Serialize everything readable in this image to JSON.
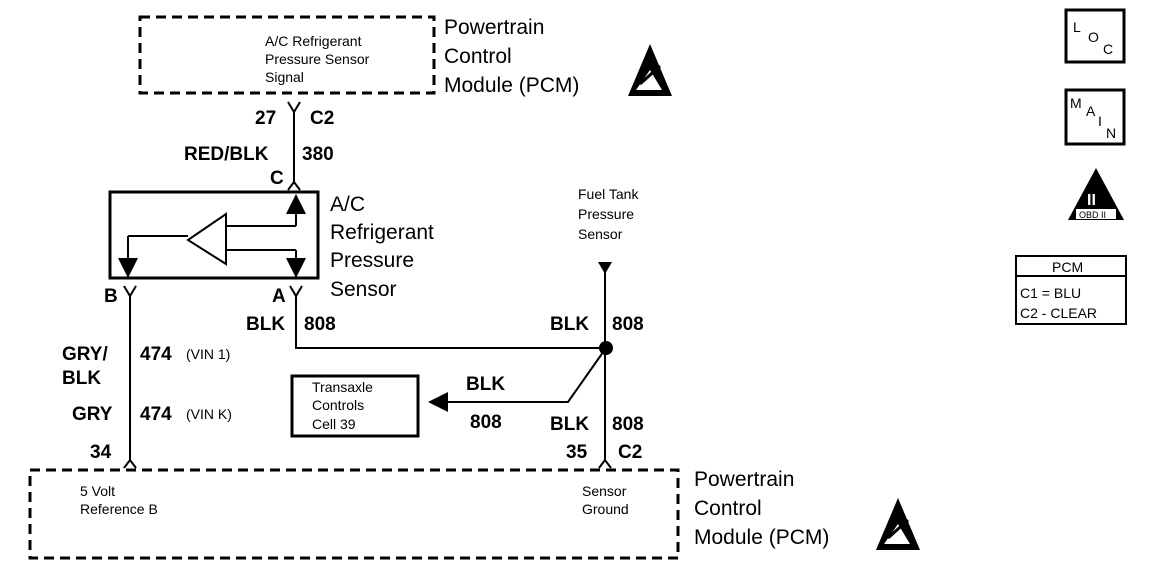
{
  "pcm_top": {
    "title_lines": [
      "Powertrain",
      "Control",
      "Module (PCM)"
    ],
    "signal_lines": [
      "A/C Refrigerant",
      "Pressure Sensor",
      "Signal"
    ],
    "pin": "27",
    "connector": "C2"
  },
  "wire_signal": {
    "color": "RED/BLK",
    "circuit": "380"
  },
  "sensor": {
    "pin_top": "C",
    "name_lines": [
      "A/C",
      "Refrigerant",
      "Pressure",
      "Sensor"
    ],
    "pin_b": "B",
    "pin_a": "A"
  },
  "wire_ground_a": {
    "color": "BLK",
    "circuit": "808"
  },
  "fuel_tank_sensor": {
    "lines": [
      "Fuel Tank",
      "Pressure",
      "Sensor"
    ]
  },
  "wire_ground_right": {
    "color": "BLK",
    "circuit": "808"
  },
  "wire_ref": {
    "color1_lines": [
      "GRY/",
      "BLK"
    ],
    "circuit1": "474",
    "vin1": "(VIN 1)",
    "color2": "GRY",
    "circuit2": "474",
    "vin2": "(VIN K)"
  },
  "transaxle": {
    "lines": [
      "Transaxle",
      "Controls",
      "Cell 39"
    ],
    "wire_color": "BLK",
    "wire_circuit": "808"
  },
  "wire_ground_pcm": {
    "color": "BLK",
    "circuit": "808"
  },
  "pcm_bottom": {
    "pin_left": "34",
    "pin_right": "35",
    "connector": "C2",
    "ref_lines": [
      "5 Volt",
      "Reference B"
    ],
    "gnd_lines": [
      "Sensor",
      "Ground"
    ],
    "title_lines": [
      "Powertrain",
      "Control",
      "Module (PCM)"
    ]
  },
  "legend": {
    "loc": [
      "L",
      "O",
      "C"
    ],
    "main": [
      "M",
      "A",
      "I",
      "N"
    ],
    "obd": {
      "numeral": "II",
      "label": "OBD II"
    },
    "pcm_box": {
      "title": "PCM",
      "rows": [
        "C1 = BLU",
        "C2 - CLEAR"
      ]
    }
  }
}
